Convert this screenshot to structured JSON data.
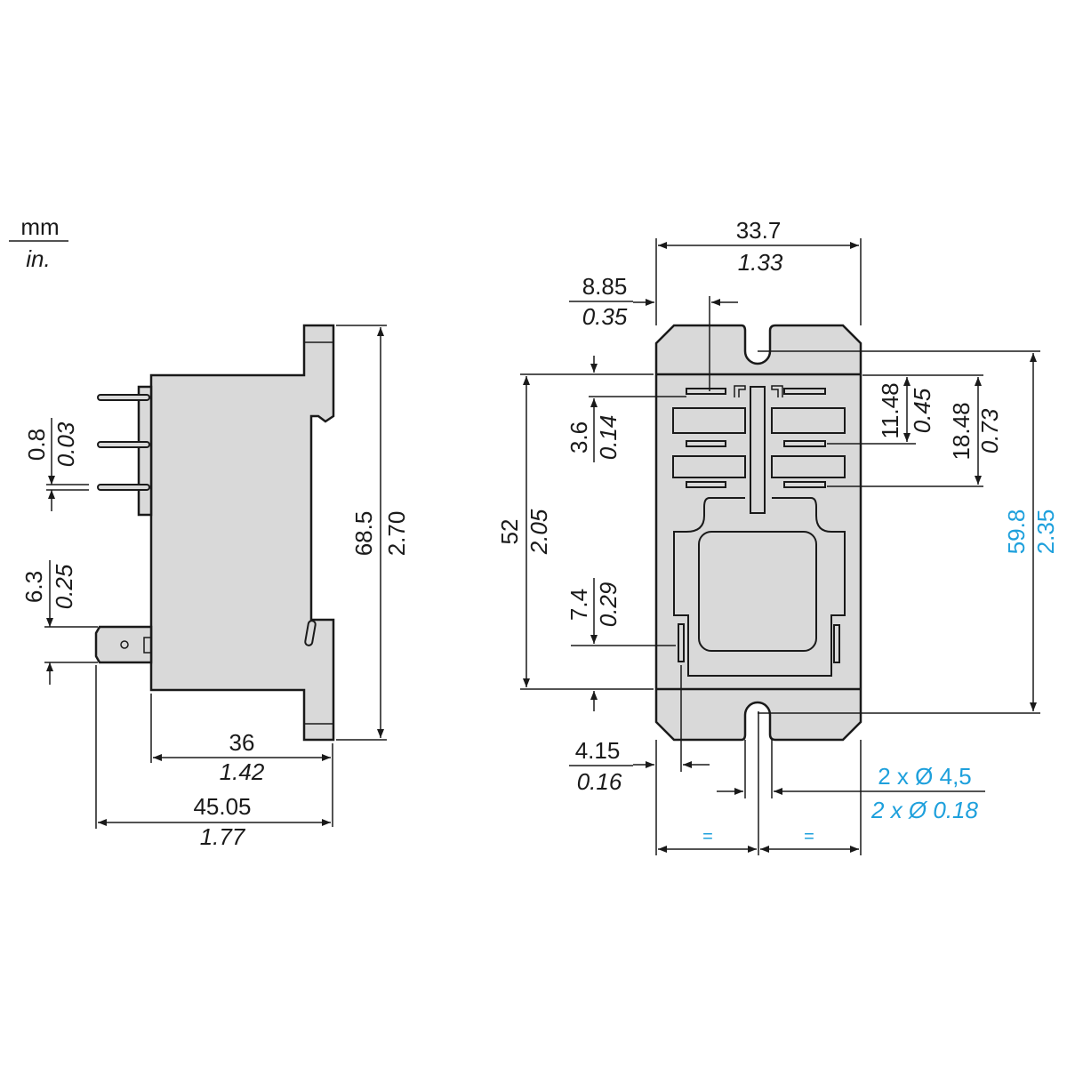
{
  "units": {
    "primary": "mm",
    "secondary": "in."
  },
  "side_view": {
    "height": {
      "mm": "68.5",
      "in": "2.70"
    },
    "pin_thickness": {
      "mm": "0.8",
      "in": "0.03"
    },
    "tab_width": {
      "mm": "6.3",
      "in": "0.25"
    },
    "body_depth": {
      "mm": "36",
      "in": "1.42"
    },
    "overall_depth": {
      "mm": "45.05",
      "in": "1.77"
    }
  },
  "front_view": {
    "width": {
      "mm": "33.7",
      "in": "1.33"
    },
    "pin_offset": {
      "mm": "8.85",
      "in": "0.35"
    },
    "body_height": {
      "mm": "52",
      "in": "2.05"
    },
    "top_pin": {
      "mm": "3.6",
      "in": "0.14"
    },
    "bottom_pin": {
      "mm": "7.4",
      "in": "0.29"
    },
    "pin_row2": {
      "mm": "11.48",
      "in": "0.45"
    },
    "pin_row3": {
      "mm": "18.48",
      "in": "0.73"
    },
    "mounting_pitch": {
      "mm": "59.8",
      "in": "2.35"
    },
    "side_pin": {
      "mm": "4.15",
      "in": "0.16"
    },
    "holes": {
      "mm": "2 x Ø 4,5",
      "in": "2 x Ø 0.18"
    },
    "equal_left": "=",
    "equal_right": "="
  },
  "colors": {
    "dimension_blue": "#1ea0dc",
    "body_gray": "#d9d9d9"
  }
}
